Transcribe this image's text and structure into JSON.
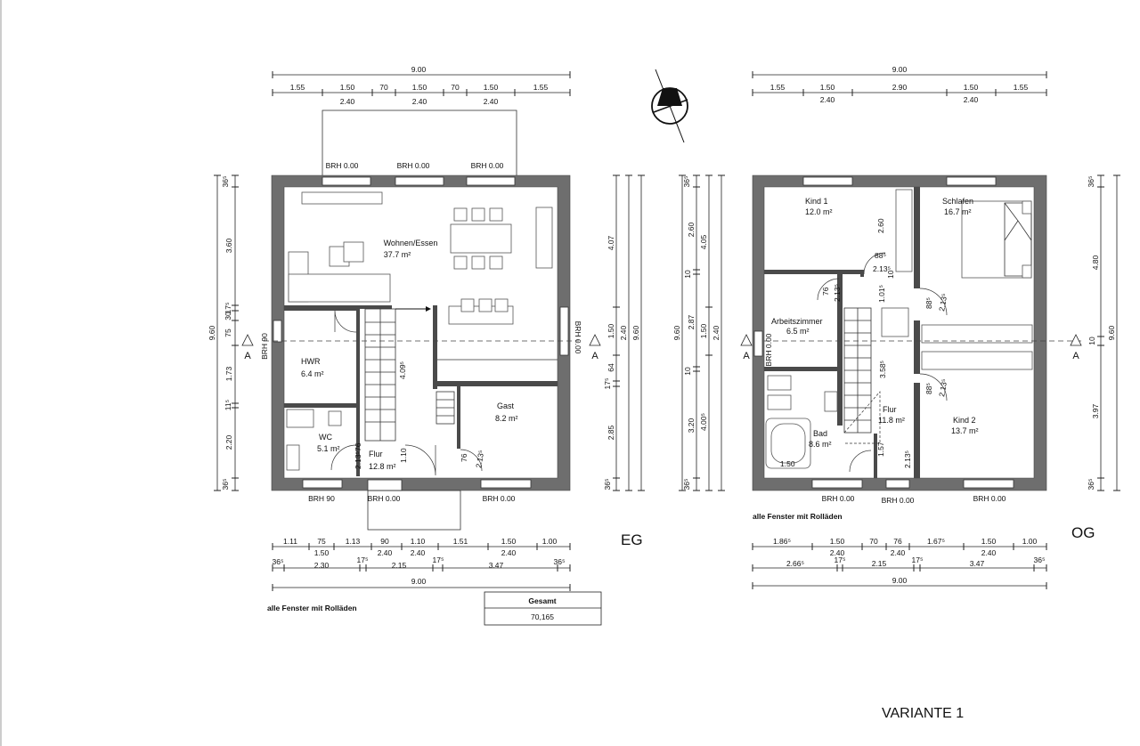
{
  "eg": {
    "label": "EG",
    "top_total": "9.00",
    "top_row1": [
      "1.55",
      "1.50",
      "70",
      "1.50",
      "70",
      "1.50",
      "1.55"
    ],
    "top_row2": [
      "2.40",
      "2.40",
      "2.40"
    ],
    "brh_top": [
      "BRH 0.00",
      "BRH 0.00",
      "BRH 0.00"
    ],
    "brh_bottom": [
      "BRH 90",
      "BRH 0.00",
      "BRH 0.00"
    ],
    "brh_left": "BRH 90",
    "brh_right": "BRH 0.00",
    "left_total": "9.60",
    "left_segments": [
      "36⁵",
      "3.60",
      "17⁵",
      "30",
      "75",
      "1.73",
      "11⁵",
      "2.20",
      "36⁵"
    ],
    "right_inner": [
      "4.07",
      "1.50",
      "64",
      "17⁵",
      "2.85",
      "36⁵"
    ],
    "right_mid": "2.40",
    "right_total": "9.60",
    "rooms": [
      {
        "name": "Wohnen/Essen",
        "area": "37.7 m²"
      },
      {
        "name": "HWR",
        "area": "6.4 m²"
      },
      {
        "name": "WC",
        "area": "5.1 m²"
      },
      {
        "name": "Flur",
        "area": "12.8 m²"
      },
      {
        "name": "Gast",
        "area": "8.2 m²"
      }
    ],
    "door_dims": [
      "76",
      "2.13⁵",
      "1.10",
      "76",
      "2.13⁵",
      "4.09⁵"
    ],
    "bottom_row1": [
      "1.11",
      "75",
      "1.13",
      "90",
      "1.10",
      "1.51",
      "1.50",
      "1.00"
    ],
    "bottom_row2": [
      "1.50",
      "2.40",
      "2.40",
      "2.40"
    ],
    "bottom_row3": [
      "36⁵",
      "2.30",
      "17⁵",
      "2.15",
      "17⁵",
      "3.47",
      "36⁵"
    ],
    "bottom_total": "9.00",
    "note": "alle Fenster mit Rolläden"
  },
  "og": {
    "label": "OG",
    "top_total": "9.00",
    "top_row1": [
      "1.55",
      "1.50",
      "2.90",
      "1.50",
      "1.55"
    ],
    "top_row2": [
      "2.40",
      "2.40"
    ],
    "brh_bottom": [
      "BRH 0.00",
      "BRH 0.00",
      "BRH 0.00"
    ],
    "brh_left": "BRH 0.00",
    "left_total": "9.60",
    "left_segments": [
      "36⁵",
      "2.60",
      "10",
      "2.87",
      "10",
      "3.20",
      "36⁵"
    ],
    "left_inner": [
      "4.05",
      "1.50",
      "2.40",
      "4.00⁵"
    ],
    "right_segments": [
      "36⁵",
      "4.80",
      "10",
      "3.97",
      "36⁵"
    ],
    "right_total": "9.60",
    "rooms": [
      {
        "name": "Kind 1",
        "area": "12.0 m²"
      },
      {
        "name": "Schlafen",
        "area": "16.7 m²"
      },
      {
        "name": "Arbeitszimmer",
        "area": "6.5 m²"
      },
      {
        "name": "Bad",
        "area": "8.6 m²"
      },
      {
        "name": "Flur",
        "area": "11.8 m²"
      },
      {
        "name": "Kind 2",
        "area": "13.7 m²"
      }
    ],
    "door_dims": [
      "2.60",
      "88⁵",
      "2.13⁵",
      "10",
      "1.01⁵",
      "76",
      "2.13⁵",
      "88⁵",
      "2.13⁵",
      "3.58⁵",
      "88⁵",
      "2.13⁵",
      "1.57",
      "2.13⁵",
      "1.50"
    ],
    "bottom_row1": [
      "1.86⁵",
      "1.50",
      "70",
      "76",
      "1.67⁵",
      "1.50",
      "1.00"
    ],
    "bottom_row2": [
      "2.40",
      "2.40",
      "2.40"
    ],
    "bottom_row3": [
      "2.66⁵",
      "17⁵",
      "2.15",
      "17⁵",
      "3.47",
      "36⁵"
    ],
    "bottom_total": "9.00",
    "note": "alle Fenster mit Rolläden"
  },
  "section_marker": "A",
  "summary": {
    "label": "Gesamt",
    "value": "70,165"
  },
  "variant": "VARIANTE 1"
}
